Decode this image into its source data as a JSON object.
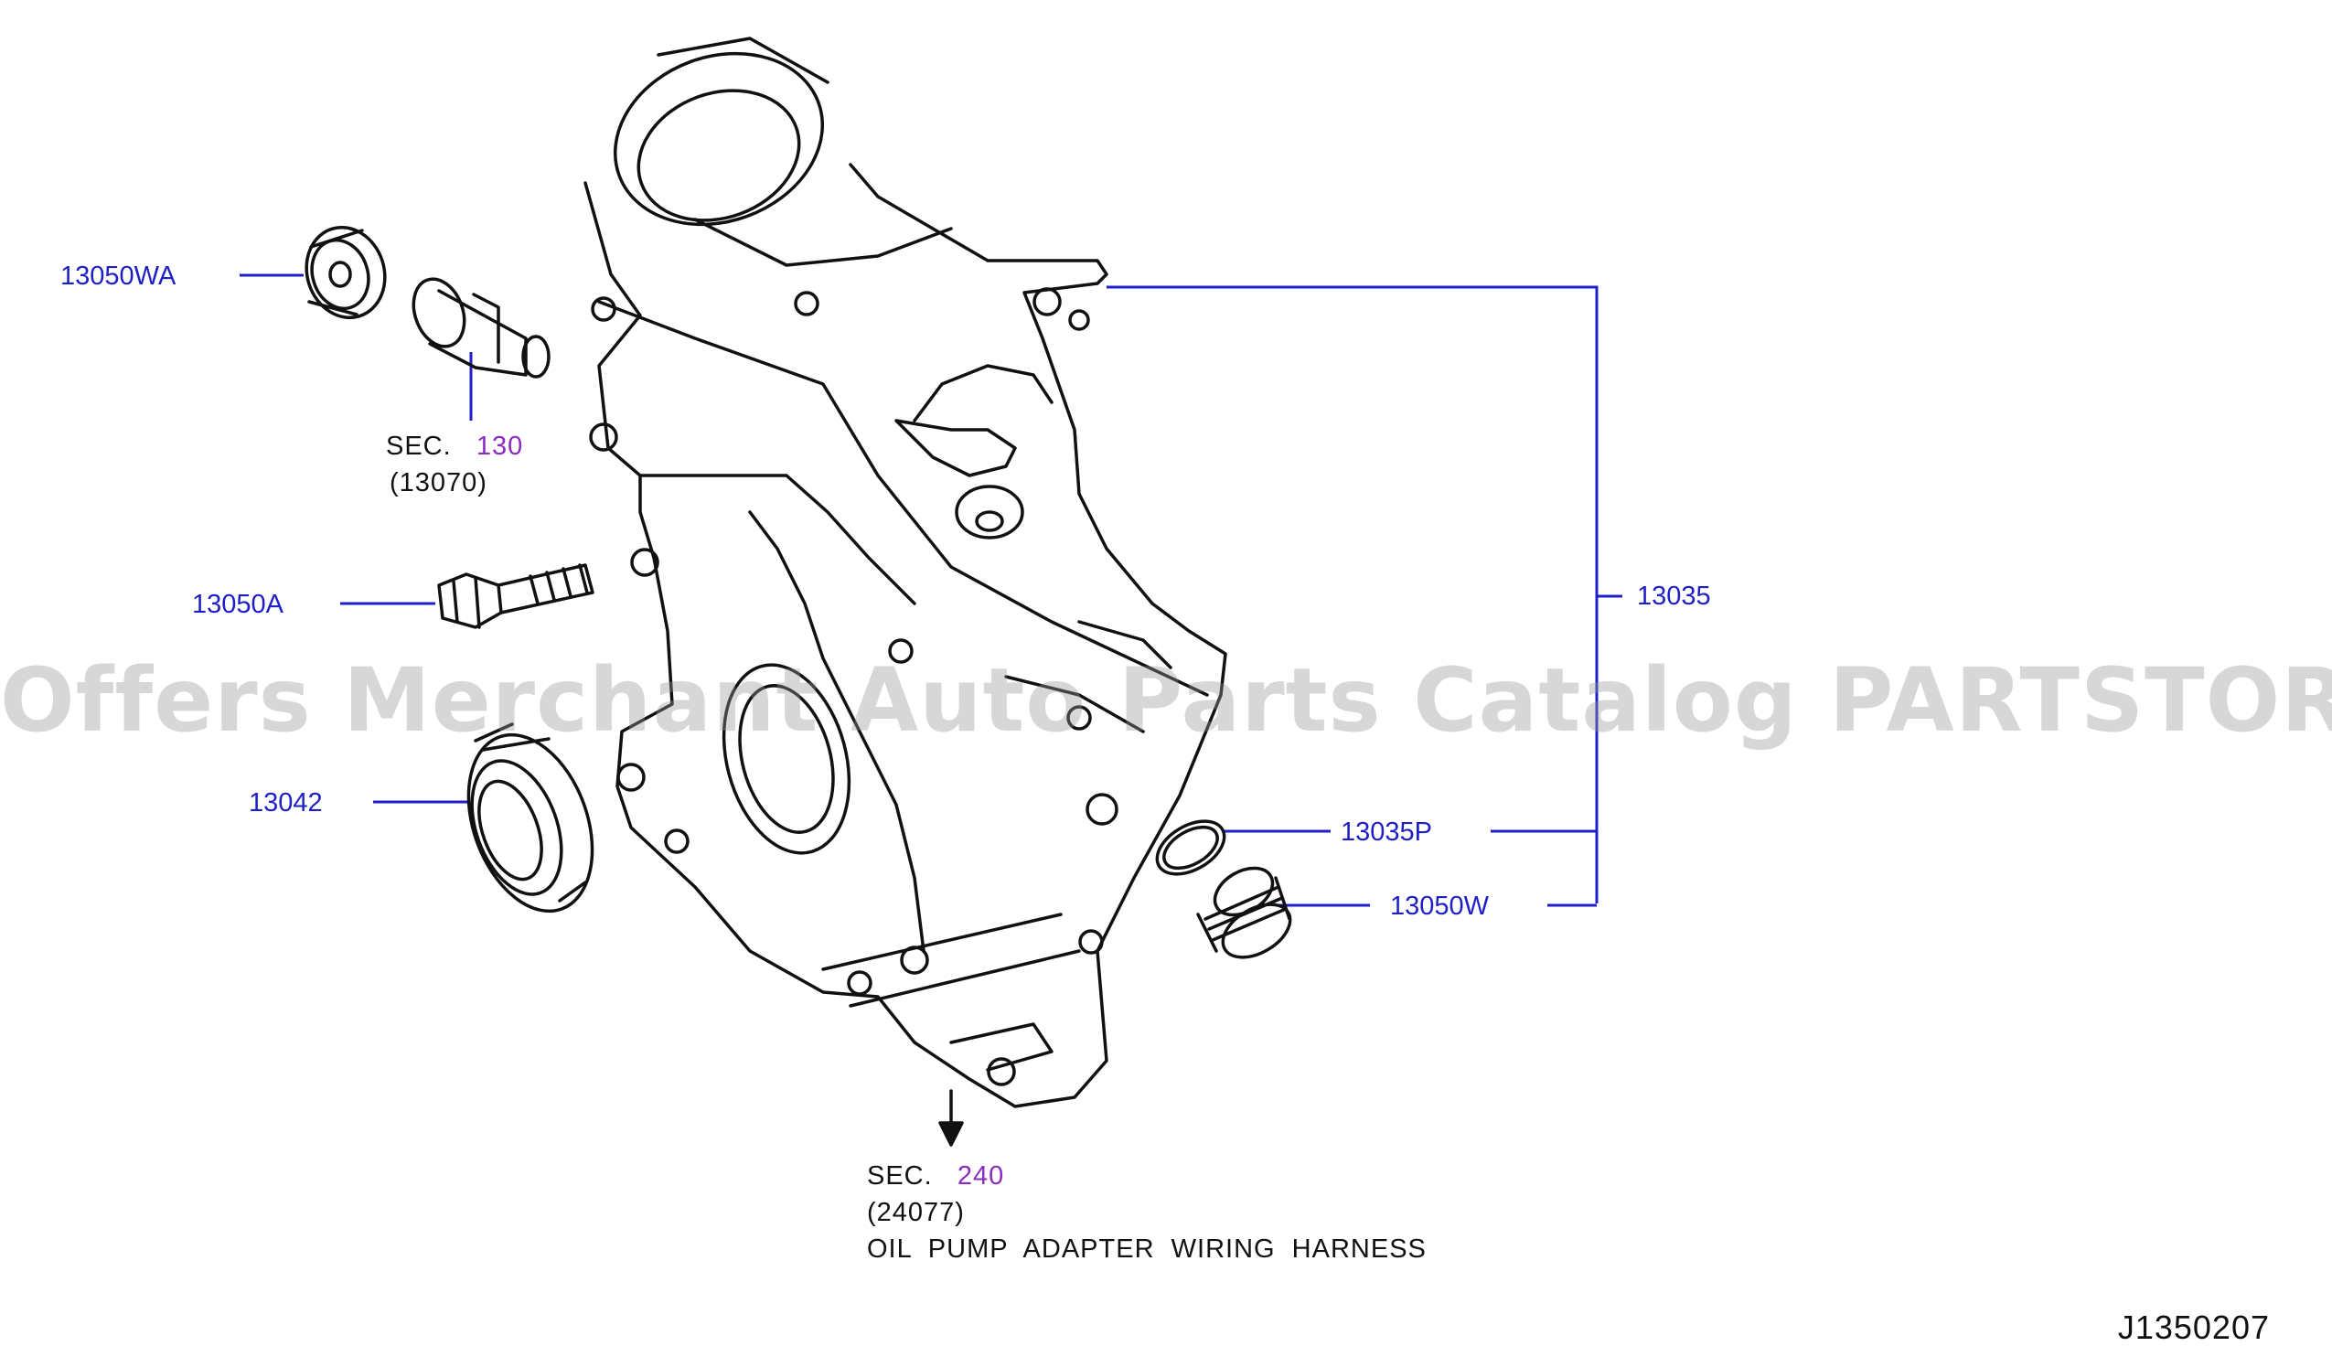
{
  "part_labels": {
    "p13050WA": "13050WA",
    "p13050A": "13050A",
    "p13042": "13042",
    "p13035": "13035",
    "p13035P": "13035P",
    "p13050W": "13050W"
  },
  "ref_sec130": {
    "prefix": "SEC.",
    "number": "130",
    "sub": "(13070)"
  },
  "ref_sec240": {
    "prefix": "SEC.",
    "number": "240",
    "sub": "(24077)",
    "desc": "OIL  PUMP  ADAPTER  WIRING  HARNESS"
  },
  "watermark": "Offers Merchant Auto Parts Catalog PARTSTORE.SA",
  "diagram_code": "J1350207",
  "colors": {
    "part_label": "#1f1fc7",
    "section_number": "#8b2bc4",
    "leader": "#1f1fc7",
    "line_art": "#111111"
  }
}
